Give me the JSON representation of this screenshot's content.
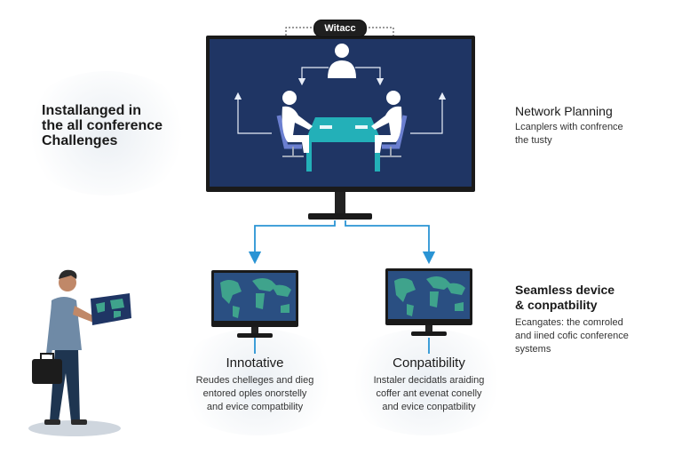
{
  "top_badge": {
    "label": "Witacc"
  },
  "left_block": {
    "lines": [
      "Installanged in",
      "the all conference",
      "Challenges"
    ]
  },
  "right_top": {
    "title": "Network Planning",
    "lines": [
      "Lcanplers with confrence",
      "the tusty"
    ]
  },
  "right_mid": {
    "title_lines": [
      "Seamless device",
      "& conpatbility"
    ],
    "lines": [
      "Ecangates: the comroled",
      "and iined cofic conference",
      "systems"
    ]
  },
  "card_left": {
    "title": "Innotative",
    "lines": [
      "Reudes chelleges and dieg",
      "entored oples onorstelly",
      "and evice compatbility"
    ]
  },
  "card_right": {
    "title": "Conpatibility",
    "lines": [
      "Instaler decidatls araiding",
      "coffer ant evenat conelly",
      "and evice conpatbility"
    ]
  },
  "colors": {
    "screen": "#1f3564",
    "bezel": "#1a1a1a",
    "accent": "#2a94d4",
    "table": "#23b0b8",
    "map_ocean": "#2a4f82",
    "map_land": "#3fa38c"
  },
  "icons": [
    "person-icon",
    "conference-table-icon",
    "office-chair-icon",
    "world-map-icon",
    "briefcase-icon",
    "tablet-icon"
  ]
}
